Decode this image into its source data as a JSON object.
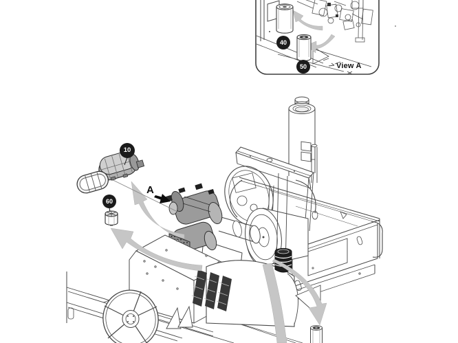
{
  "page": {
    "background": "#ffffff"
  },
  "inset": {
    "view_label": "View A",
    "callouts": [
      {
        "number": "40"
      },
      {
        "number": "50"
      }
    ]
  },
  "main": {
    "direction_label": "A",
    "callouts": [
      {
        "number": "10"
      },
      {
        "number": "60"
      }
    ]
  },
  "colors": {
    "line": "#474747",
    "callout_bg": "#1b1b1b",
    "callout_text": "#ffffff",
    "arrow_gray": "#c6c6c6",
    "blower_gray": "#9b9b9b",
    "housing_gray": "#b0b0b0",
    "dark_part": "#2a2a2a"
  }
}
